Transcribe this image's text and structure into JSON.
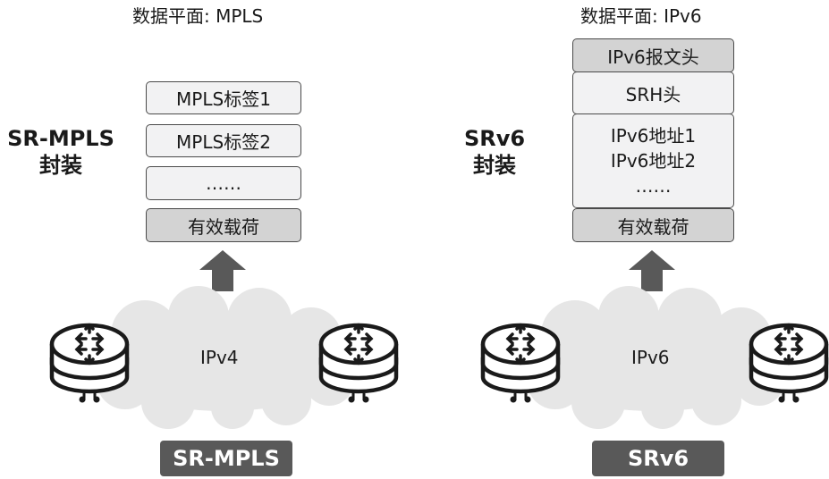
{
  "left": {
    "title": "数据平面: MPLS",
    "side_label_line1": "SR-MPLS",
    "side_label_line2": "封装",
    "stack": [
      "MPLS标签1",
      "MPLS标签2",
      "……",
      "有效载荷"
    ],
    "network_label": "IPv4",
    "badge": "SR-MPLS"
  },
  "right": {
    "title": "数据平面: IPv6",
    "side_label_line1": "SRv6",
    "side_label_line2": "封装",
    "header": "IPv6报文头",
    "srh": "SRH头",
    "addresses": [
      "IPv6地址1",
      "IPv6地址2",
      "……"
    ],
    "payload": "有效载荷",
    "network_label": "IPv6",
    "badge": "SRv6"
  },
  "icons": [
    "router-icon",
    "cloud-icon",
    "up-arrow-icon"
  ],
  "colors": {
    "cloud": "#e6e6e6",
    "box_light": "#f2f2f3",
    "box_dark": "#d3d3d3",
    "badge": "#595959",
    "arrow": "#595959"
  }
}
